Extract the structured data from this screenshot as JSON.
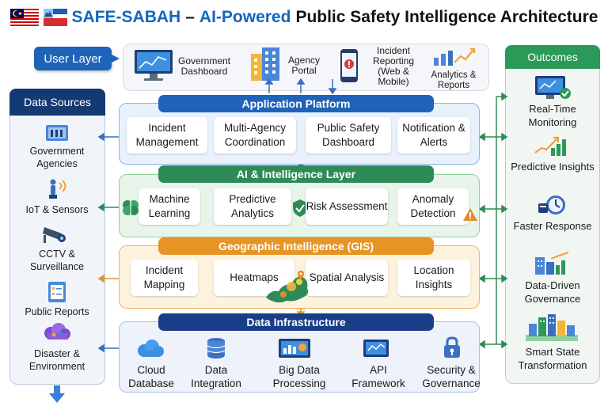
{
  "title": {
    "part1": "SAFE-SABAH",
    "dash": "–",
    "part2": "AI-Powered",
    "part3": "Public Safety Intelligence Architecture"
  },
  "user_layer": {
    "label": "User Layer",
    "items": [
      {
        "label": "Government Dashboard",
        "icon": "dashboard-monitor-icon"
      },
      {
        "label": "Agency Portal",
        "icon": "building-icon"
      },
      {
        "label": "Incident Reporting",
        "sub": "(Web & Mobile)",
        "icon": "mobile-report-icon"
      },
      {
        "label": "Analytics & Reports",
        "icon": "analytics-chart-icon"
      }
    ]
  },
  "data_sources": {
    "title": "Data Sources",
    "items": [
      {
        "label": "Government Agencies",
        "icon": "government-building-icon"
      },
      {
        "label": "IoT & Sensors",
        "icon": "sensor-icon"
      },
      {
        "label": "CCTV & Surveillance",
        "icon": "cctv-camera-icon"
      },
      {
        "label": "Public Reports",
        "icon": "report-document-icon"
      },
      {
        "label": "Disaster & Environment",
        "icon": "cloud-weather-icon"
      }
    ]
  },
  "application_platform": {
    "title": "Application Platform",
    "items": [
      "Incident Management",
      "Multi-Agency Coordination",
      "Public Safety Dashboard",
      "Notification & Alerts"
    ]
  },
  "ai_layer": {
    "title": "AI & Intelligence Layer",
    "items": [
      "Machine Learning",
      "Predictive Analytics",
      "Risk Assessment",
      "Anomaly Detection"
    ]
  },
  "gis_layer": {
    "title": "Geographic Intelligence (GIS)",
    "items": [
      "Incident Mapping",
      "Heatmaps",
      "Spatial Analysis",
      "Location Insights"
    ]
  },
  "data_infrastructure": {
    "title": "Data Infrastructure",
    "items": [
      {
        "label": "Cloud Database",
        "icon": "cloud-database-icon"
      },
      {
        "label": "Data Integration",
        "icon": "database-stack-icon"
      },
      {
        "label": "Big Data Processing",
        "icon": "big-data-icon"
      },
      {
        "label": "API Framework",
        "icon": "api-monitor-icon"
      },
      {
        "label": "Security & Governance",
        "icon": "security-lock-icon"
      }
    ]
  },
  "outcomes": {
    "title": "Outcomes",
    "items": [
      {
        "label": "Real-Time Monitoring",
        "icon": "monitor-check-icon"
      },
      {
        "label": "Predictive Insights",
        "icon": "growth-chart-icon"
      },
      {
        "label": "Faster Response",
        "icon": "stopwatch-icon"
      },
      {
        "label": "Data-Driven Governance",
        "icon": "city-chart-icon"
      },
      {
        "label": "Smart State Transformation",
        "icon": "smart-city-icon"
      }
    ]
  },
  "colors": {
    "blue": "#1f63b9",
    "green": "#2e8b57",
    "orange": "#e69525",
    "navy": "#1a3d8a",
    "outcomes_green": "#2b9a58"
  }
}
